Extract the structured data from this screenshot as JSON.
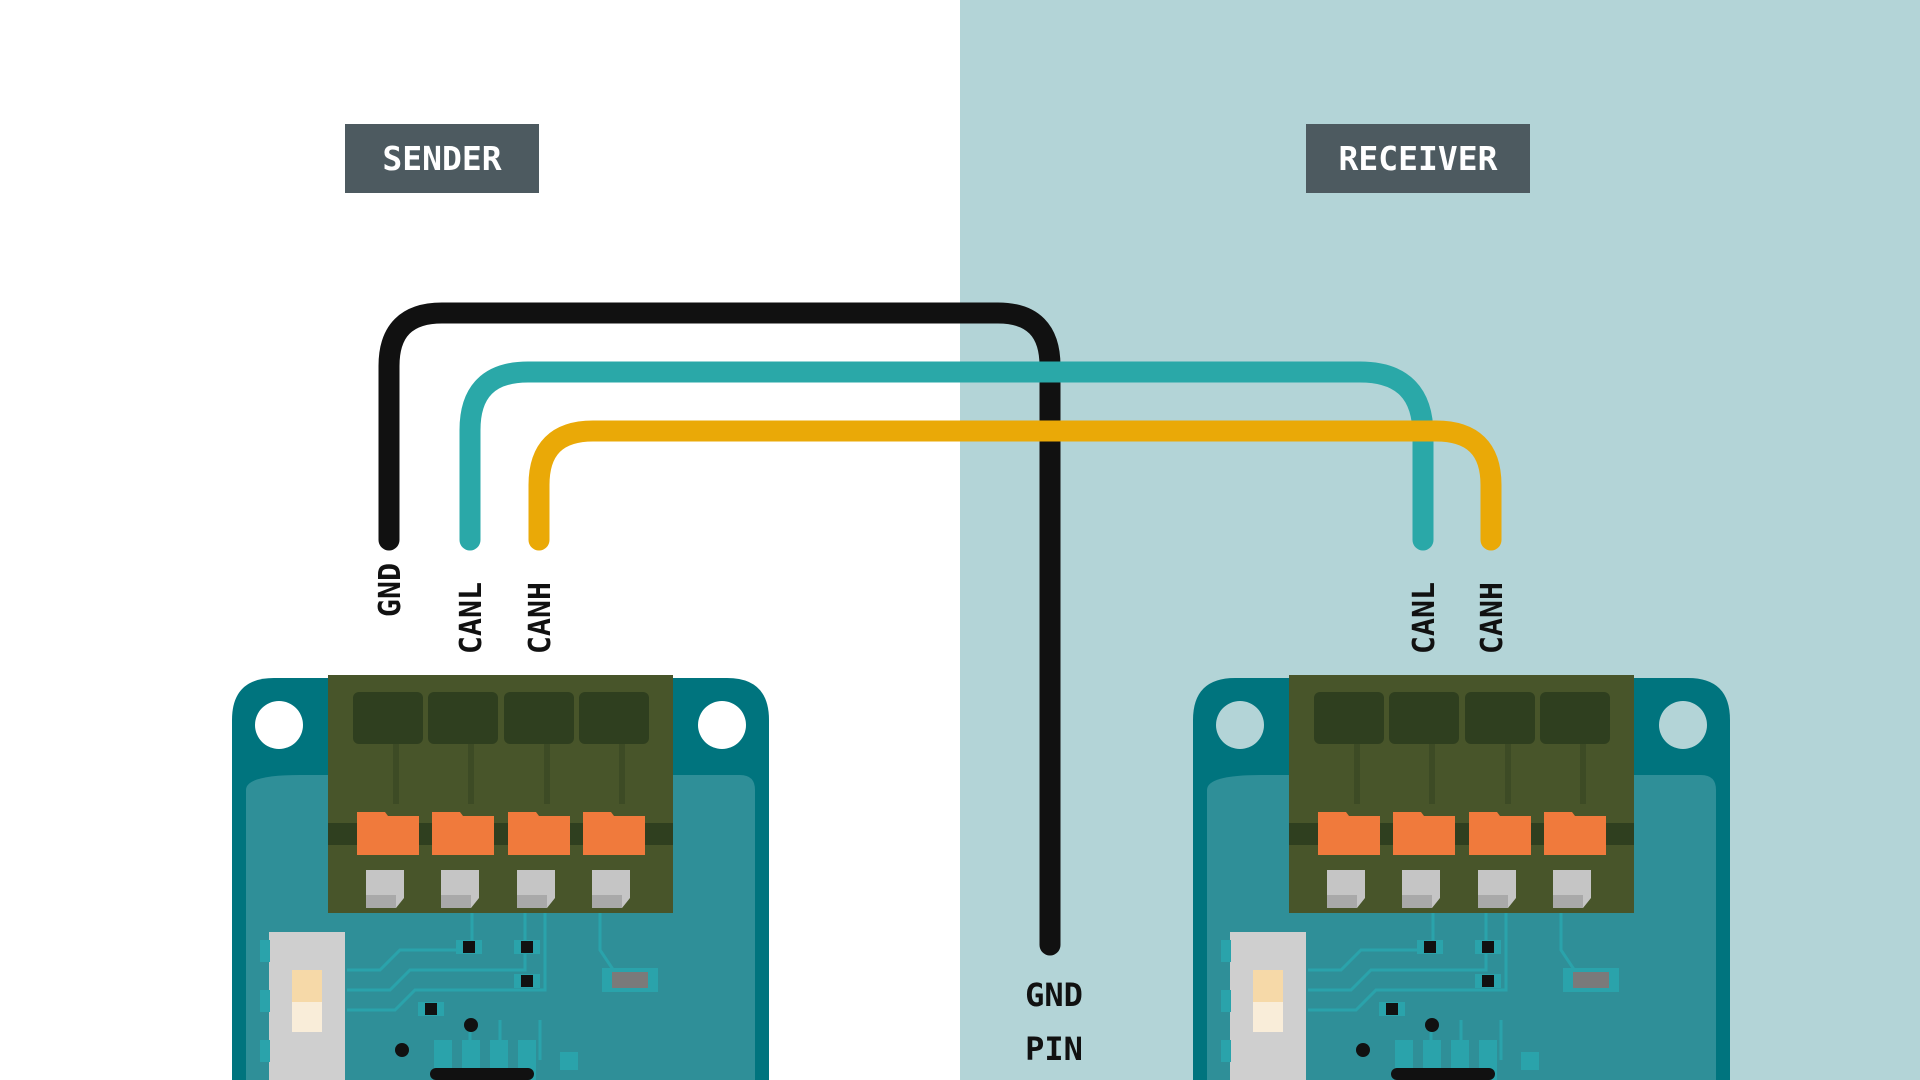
{
  "sender": {
    "title": "SENDER"
  },
  "receiver": {
    "title": "RECEIVER"
  },
  "sender_pins": {
    "gnd": "GND",
    "canl": "CANL",
    "canh": "CANH"
  },
  "receiver_pins": {
    "canl": "CANL",
    "canh": "CANH"
  },
  "ground_pin": {
    "line1": "GND",
    "line2": "PIN"
  },
  "colors": {
    "receiver_background": "#b3d4d7",
    "title_box": "#4d5a60",
    "wire_gnd": "#111111",
    "wire_canl": "#2aa8a8",
    "wire_canh": "#eaa907",
    "board": "#2f8f98",
    "board_edge": "#00747e",
    "connector": "#48552a",
    "connector_slot": "#2f3f1f",
    "lever": "#f07a3c",
    "terminal": "#c5c5c5"
  }
}
